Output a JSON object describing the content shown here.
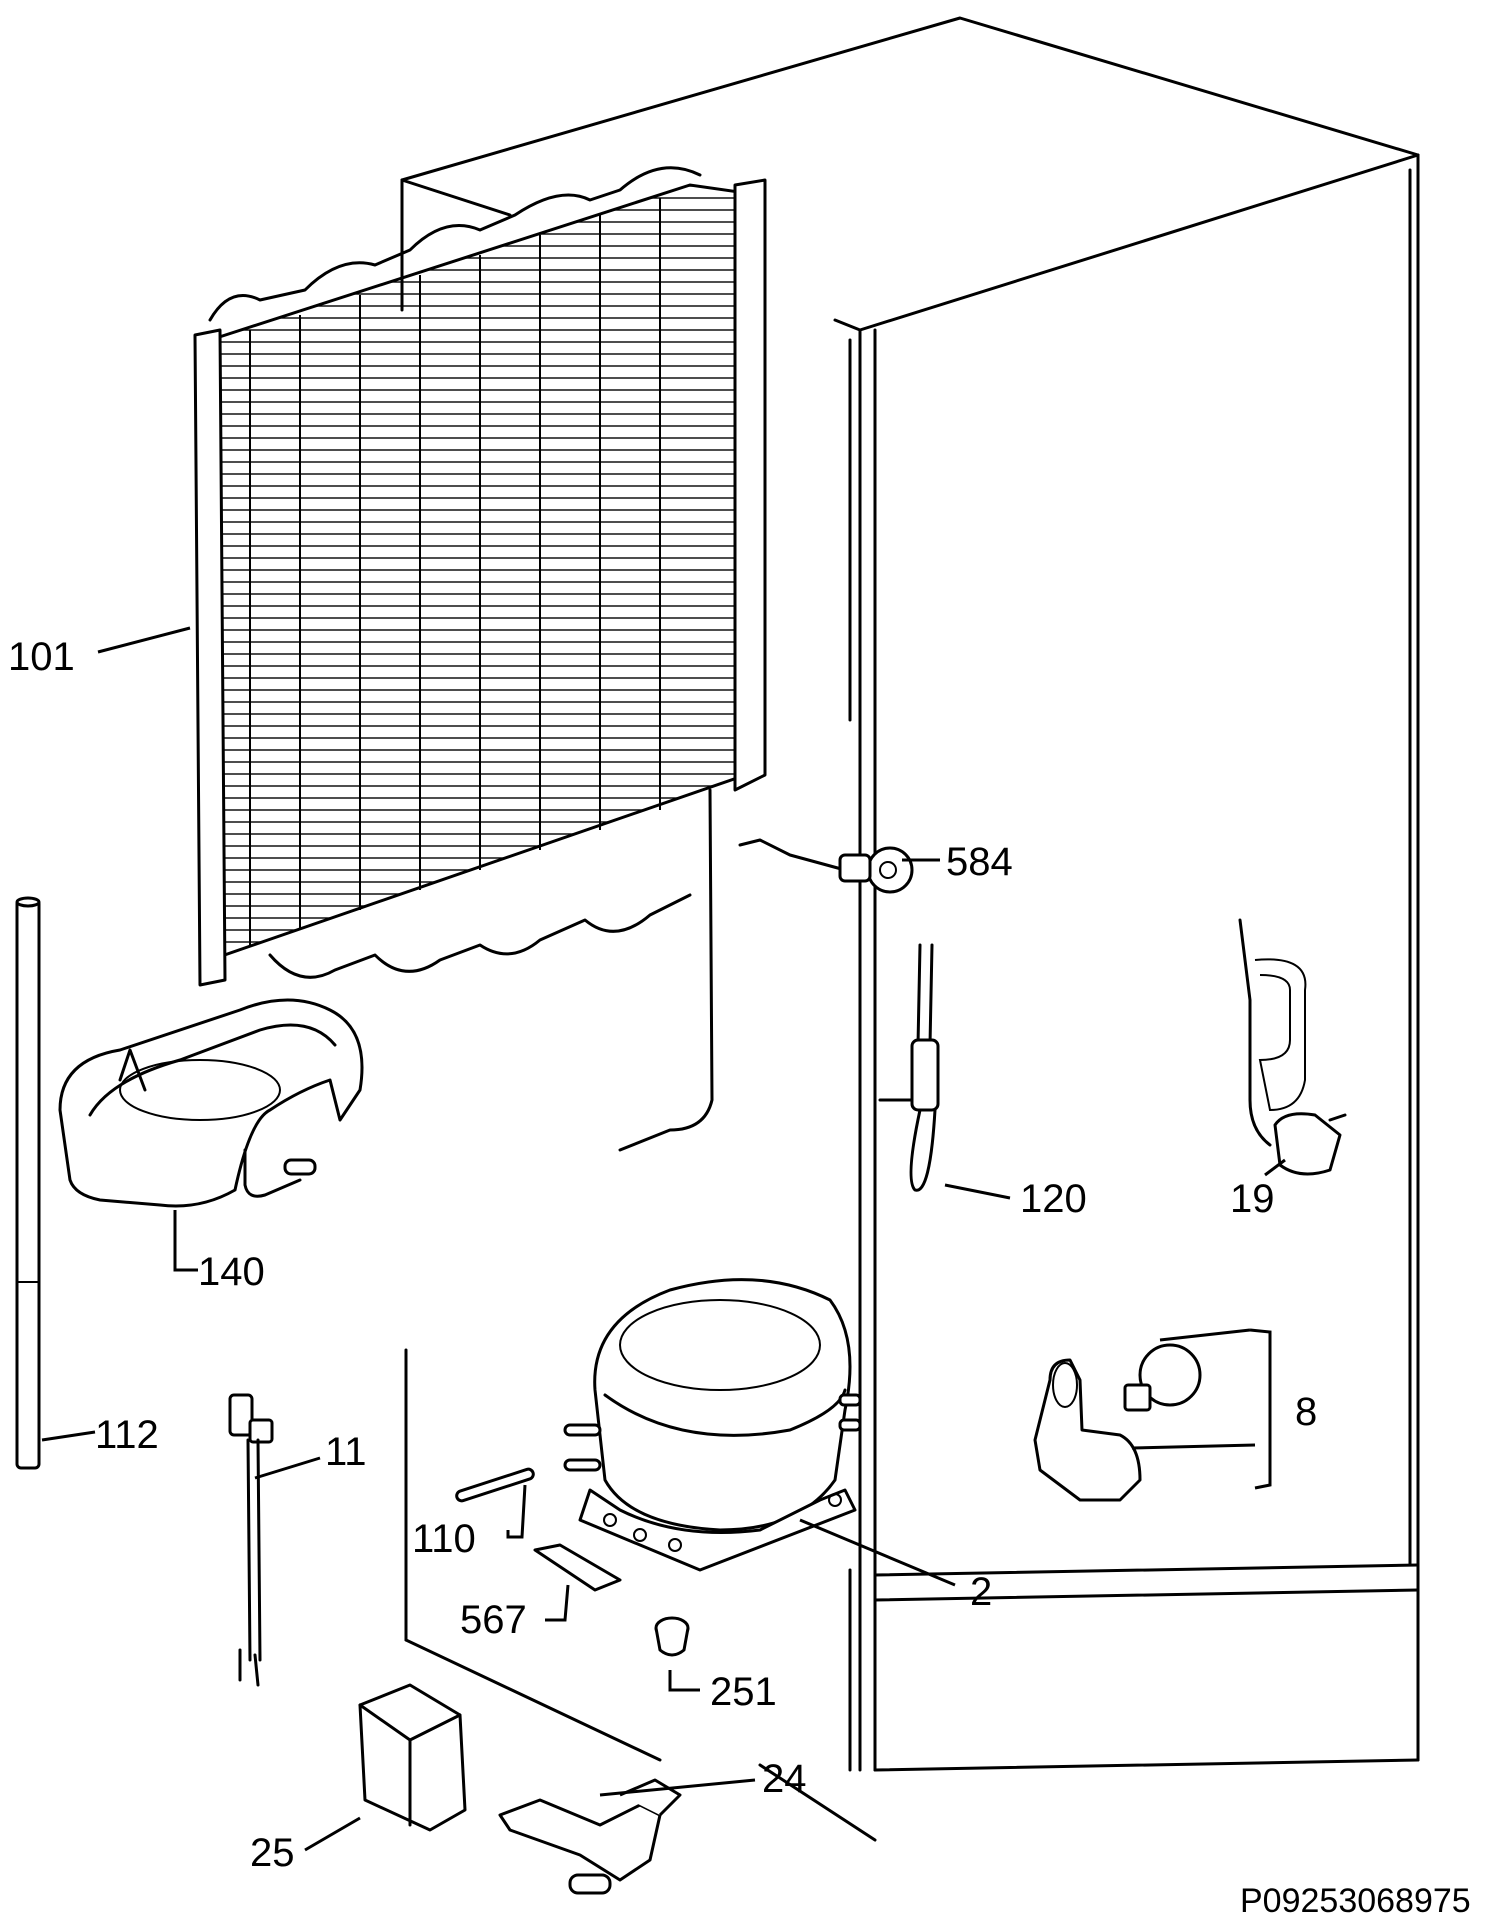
{
  "callouts": {
    "c101": "101",
    "c584": "584",
    "c120": "120",
    "c19": "19",
    "c140": "140",
    "c112": "112",
    "c11": "11",
    "c110": "110",
    "c8": "8",
    "c2": "2",
    "c567": "567",
    "c251": "251",
    "c24": "24",
    "c25": "25"
  },
  "drawing_code": "P09253068975"
}
